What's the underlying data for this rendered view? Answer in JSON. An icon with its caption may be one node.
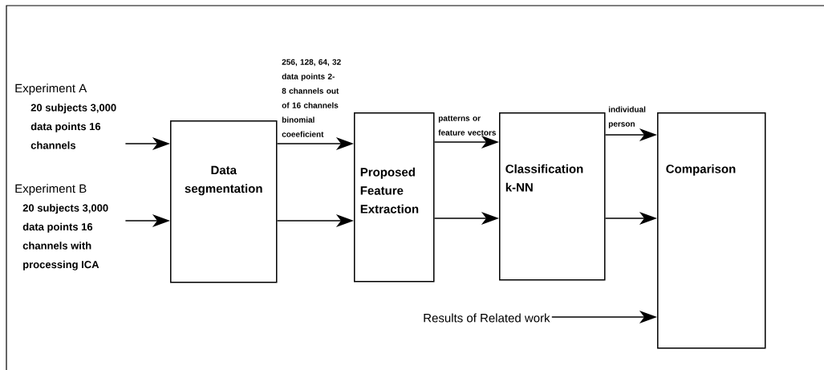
{
  "diagram": {
    "nodes": [
      {
        "text": [
          "Experiment A",
          "20 subjects 3,000 data points 16 channels"
        ]
      },
      {
        "text": [
          "Experiment B",
          "20 subjects 3,000 data points 16 channels with processing ICA"
        ]
      },
      {
        "text": [
          "Data segmentation"
        ]
      },
      {
        "text": [
          "Proposed Feature Extraction"
        ]
      },
      {
        "text": [
          "Classification k-NN"
        ]
      },
      {
        "text": [
          "Comparison"
        ]
      },
      {
        "text": [
          "Results of Related work"
        ]
      }
    ],
    "edges": [
      {
        "from": 0,
        "to": 2,
        "arrow": "to"
      },
      {
        "from": 1,
        "to": 2,
        "arrow": "to"
      },
      {
        "from": 2,
        "to": 3,
        "arrow": "to",
        "label": "256, 128, 64, 32 data points 2- 8 channels out of 16 channels binomial coeeficient"
      },
      {
        "from": 2,
        "to": 3,
        "arrow": "to"
      },
      {
        "from": 3,
        "to": 4,
        "arrow": "to",
        "label": "patterns or feature vectors"
      },
      {
        "from": 3,
        "to": 4,
        "arrow": "to"
      },
      {
        "from": 4,
        "to": 5,
        "arrow": "to",
        "label": "individual person"
      },
      {
        "from": 4,
        "to": 5,
        "arrow": "to"
      },
      {
        "from": 6,
        "to": 5,
        "arrow": "to"
      }
    ]
  }
}
